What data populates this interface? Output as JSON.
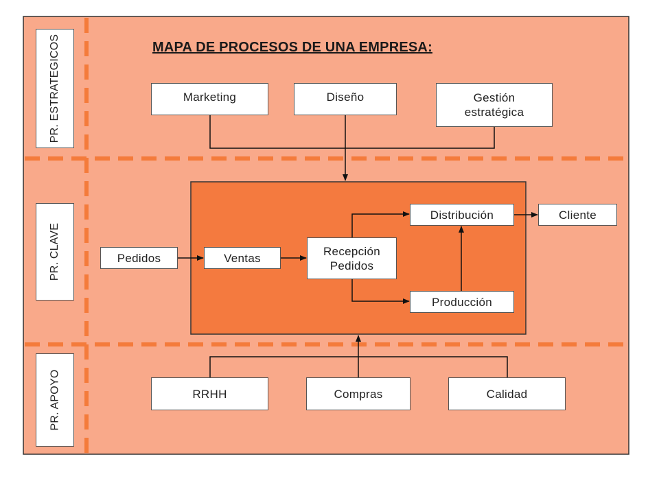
{
  "title": "MAPA DE PROCESOS DE UNA EMPRESA:",
  "colors": {
    "background": "#f9a98a",
    "dashes": "#f47b3b",
    "core_area": "#f47a3f",
    "border": "#333333"
  },
  "lanes": {
    "strategic": "PR. ESTRATEGICOS",
    "key": "PR. CLAVE",
    "support": "PR. APOYO"
  },
  "nodes": {
    "marketing": "Marketing",
    "diseno": "Diseño",
    "gestion_line1": "Gestión",
    "gestion_line2": "estratégica",
    "pedidos": "Pedidos",
    "ventas": "Ventas",
    "recepcion_line1": "Recepción",
    "recepcion_line2": "Pedidos",
    "distribucion": "Distribución",
    "produccion": "Producción",
    "cliente": "Cliente",
    "rrhh": "RRHH",
    "compras": "Compras",
    "calidad": "Calidad"
  }
}
